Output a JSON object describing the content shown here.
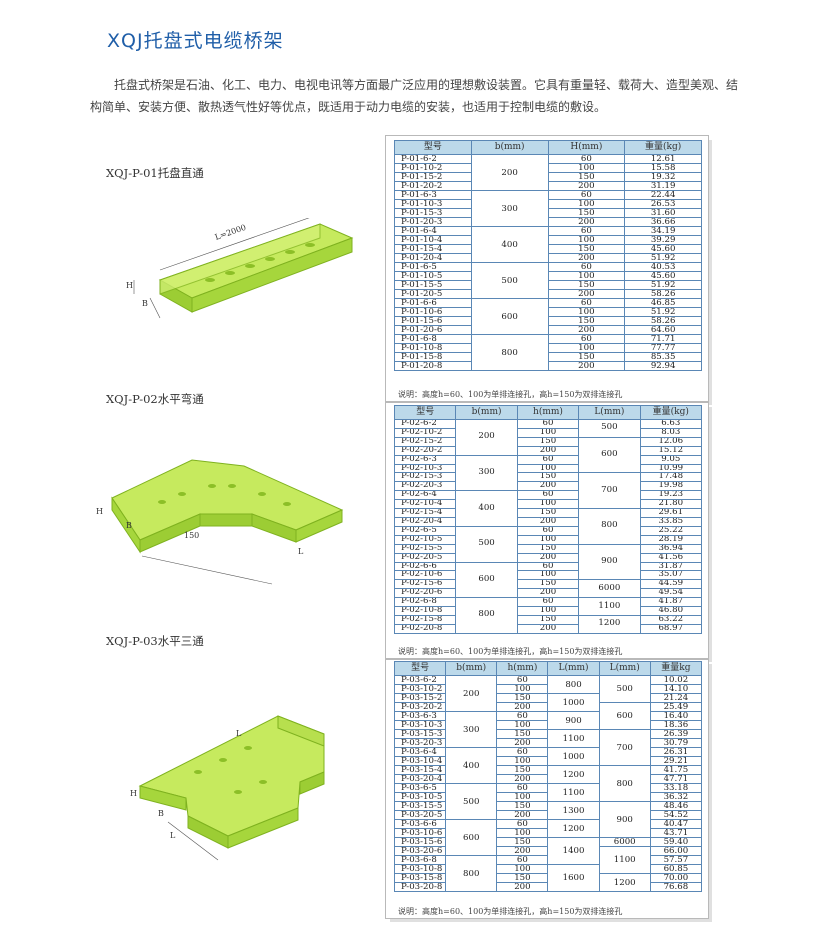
{
  "title": "XQJ托盘式电缆桥架",
  "intro": "托盘式桥架是石油、化工、电力、电视电讯等方面最广泛应用的理想敷设装置。它具有重量轻、载荷大、造型美观、结构简单、安装方便、散热透气性好等优点，既适用于动力电缆的安装，也适用于控制电缆的敷设。",
  "sections": [
    {
      "label": "XQJ-P-01托盘直通",
      "dims": {
        "l": "L=2000",
        "h": "H",
        "b": "B"
      }
    },
    {
      "label": "XQJ-P-02水平弯通",
      "dims": {
        "h": "H",
        "b": "B",
        "r": "150",
        "l": "L"
      }
    },
    {
      "label": "XQJ-P-03水平三通",
      "dims": {
        "l1": "L",
        "h": "H",
        "b": "B",
        "l2": "L"
      }
    }
  ],
  "table1": {
    "headers": [
      "型号",
      "b(mm)",
      "H(mm)",
      "重量(kg)"
    ],
    "rows": [
      [
        "P-01-6-2",
        "200",
        "60",
        "12.61"
      ],
      [
        "P-01-10-2",
        "",
        "100",
        "15.58"
      ],
      [
        "P-01-15-2",
        "",
        "150",
        "19.32"
      ],
      [
        "P-01-20-2",
        "",
        "200",
        "31.19"
      ],
      [
        "P-01-6-3",
        "300",
        "60",
        "22.44"
      ],
      [
        "P-01-10-3",
        "",
        "100",
        "26.53"
      ],
      [
        "P-01-15-3",
        "",
        "150",
        "31.60"
      ],
      [
        "P-01-20-3",
        "",
        "200",
        "36.66"
      ],
      [
        "P-01-6-4",
        "400",
        "60",
        "34.19"
      ],
      [
        "P-01-10-4",
        "",
        "100",
        "39.29"
      ],
      [
        "P-01-15-4",
        "",
        "150",
        "45.60"
      ],
      [
        "P-01-20-4",
        "",
        "200",
        "51.92"
      ],
      [
        "P-01-6-5",
        "500",
        "60",
        "40.53"
      ],
      [
        "P-01-10-5",
        "",
        "100",
        "45.60"
      ],
      [
        "P-01-15-5",
        "",
        "150",
        "51.92"
      ],
      [
        "P-01-20-5",
        "",
        "200",
        "58.26"
      ],
      [
        "P-01-6-6",
        "600",
        "60",
        "46.85"
      ],
      [
        "P-01-10-6",
        "",
        "100",
        "51.92"
      ],
      [
        "P-01-15-6",
        "",
        "150",
        "58.26"
      ],
      [
        "P-01-20-6",
        "",
        "200",
        "64.60"
      ],
      [
        "P-01-6-8",
        "800",
        "60",
        "71.71"
      ],
      [
        "P-01-10-8",
        "",
        "100",
        "77.77"
      ],
      [
        "P-01-15-8",
        "",
        "150",
        "85.35"
      ],
      [
        "P-01-20-8",
        "",
        "200",
        "92.94"
      ]
    ],
    "note": "说明：高度h=60、100为单排连接孔，高h=150为双排连接孔"
  },
  "table2": {
    "headers": [
      "型号",
      "b(mm)",
      "h(mm)",
      "L(mm)",
      "重量(kg)"
    ],
    "rows": [
      [
        "P-02-6-2",
        "200",
        "60",
        "500",
        "6.63"
      ],
      [
        "P-02-10-2",
        "",
        "100",
        "",
        "8.03"
      ],
      [
        "P-02-15-2",
        "",
        "150",
        "600",
        "12.06"
      ],
      [
        "P-02-20-2",
        "",
        "200",
        "",
        "15.12"
      ],
      [
        "P-02-6-3",
        "300",
        "60",
        "",
        "9.05"
      ],
      [
        "P-02-10-3",
        "",
        "100",
        "",
        "10.99"
      ],
      [
        "P-02-15-3",
        "",
        "150",
        "700",
        "17.48"
      ],
      [
        "P-02-20-3",
        "",
        "200",
        "",
        "19.98"
      ],
      [
        "P-02-6-4",
        "400",
        "60",
        "",
        "19.23"
      ],
      [
        "P-02-10-4",
        "",
        "100",
        "",
        "21.80"
      ],
      [
        "P-02-15-4",
        "",
        "150",
        "800",
        "29.61"
      ],
      [
        "P-02-20-4",
        "",
        "200",
        "",
        "33.85"
      ],
      [
        "P-02-6-5",
        "500",
        "60",
        "",
        "25.22"
      ],
      [
        "P-02-10-5",
        "",
        "100",
        "",
        "28.19"
      ],
      [
        "P-02-15-5",
        "",
        "150",
        "900",
        "36.94"
      ],
      [
        "P-02-20-5",
        "",
        "200",
        "",
        "41.56"
      ],
      [
        "P-02-6-6",
        "600",
        "60",
        "",
        "31.87"
      ],
      [
        "P-02-10-6",
        "",
        "100",
        "",
        "35.07"
      ],
      [
        "P-02-15-6",
        "",
        "150",
        "6000",
        "44.59"
      ],
      [
        "P-02-20-6",
        "",
        "200",
        "",
        "49.54"
      ],
      [
        "P-02-6-8",
        "800",
        "60",
        "1100",
        "41.87"
      ],
      [
        "P-02-10-8",
        "",
        "100",
        "",
        "46.80"
      ],
      [
        "P-02-15-8",
        "",
        "150",
        "1200",
        "63.22"
      ],
      [
        "P-02-20-8",
        "",
        "200",
        "",
        "68.97"
      ]
    ],
    "note": "说明：高度h=60、100为单排连接孔，高h=150为双排连接孔"
  },
  "table3": {
    "headers": [
      "型号",
      "b(mm)",
      "h(mm)",
      "L(mm)",
      "L(mm)",
      "重量kg"
    ],
    "rows": [
      [
        "P-03-6-2",
        "200",
        "60",
        "800",
        "500",
        "10.02"
      ],
      [
        "P-03-10-2",
        "",
        "100",
        "",
        "",
        "14.10"
      ],
      [
        "P-03-15-2",
        "",
        "150",
        "1000",
        "",
        "21.24"
      ],
      [
        "P-03-20-2",
        "",
        "200",
        "",
        "600",
        "25.49"
      ],
      [
        "P-03-6-3",
        "300",
        "60",
        "900",
        "",
        "16.40"
      ],
      [
        "P-03-10-3",
        "",
        "100",
        "",
        "",
        "18.36"
      ],
      [
        "P-03-15-3",
        "",
        "150",
        "1100",
        "700",
        "26.39"
      ],
      [
        "P-03-20-3",
        "",
        "200",
        "",
        "",
        "30.79"
      ],
      [
        "P-03-6-4",
        "400",
        "60",
        "1000",
        "",
        "26.31"
      ],
      [
        "P-03-10-4",
        "",
        "100",
        "",
        "",
        "29.21"
      ],
      [
        "P-03-15-4",
        "",
        "150",
        "1200",
        "800",
        "41.75"
      ],
      [
        "P-03-20-4",
        "",
        "200",
        "",
        "",
        "47.71"
      ],
      [
        "P-03-6-5",
        "500",
        "60",
        "1100",
        "",
        "33.18"
      ],
      [
        "P-03-10-5",
        "",
        "100",
        "",
        "",
        "36.32"
      ],
      [
        "P-03-15-5",
        "",
        "150",
        "1300",
        "900",
        "48.46"
      ],
      [
        "P-03-20-5",
        "",
        "200",
        "",
        "",
        "54.52"
      ],
      [
        "P-03-6-6",
        "600",
        "60",
        "1200",
        "",
        "40.47"
      ],
      [
        "P-03-10-6",
        "",
        "100",
        "",
        "",
        "43.71"
      ],
      [
        "P-03-15-6",
        "",
        "150",
        "1400",
        "6000",
        "59.40"
      ],
      [
        "P-03-20-6",
        "",
        "200",
        "",
        "1100",
        "66.00"
      ],
      [
        "P-03-6-8",
        "800",
        "60",
        "",
        "",
        "57.57"
      ],
      [
        "P-03-10-8",
        "",
        "100",
        "1600",
        "",
        "60.85"
      ],
      [
        "P-03-15-8",
        "",
        "150",
        "",
        "1200",
        "70.00"
      ],
      [
        "P-03-20-8",
        "",
        "200",
        "",
        "",
        "76.68"
      ]
    ],
    "note": "说明：高度h=60、100为单排连接孔，高h=150为双排连接孔"
  },
  "colors": {
    "accent": "#1f5ea8",
    "tray": "#b9e24a",
    "tray_dark": "#7fb21f",
    "header": "#bcd9ea",
    "grid": "#5a87b5"
  }
}
